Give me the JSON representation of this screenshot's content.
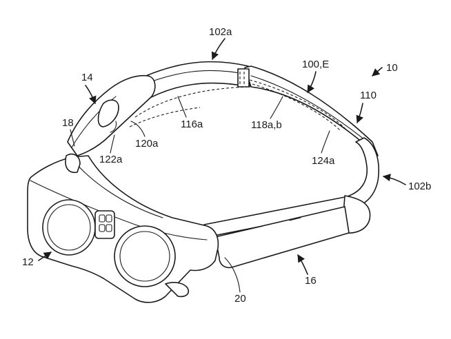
{
  "figure": {
    "labels": {
      "l102a": "102a",
      "l100e": "100,E",
      "l10": "10",
      "l14": "14",
      "l110": "110",
      "l18": "18",
      "l116a": "116a",
      "l118ab": "118a,b",
      "l120a": "120a",
      "l122a": "122a",
      "l124a": "124a",
      "l102b": "102b",
      "l12": "12",
      "l16": "16",
      "l20": "20"
    }
  },
  "colors": {
    "line": "#1a1a1a",
    "background": "#ffffff"
  }
}
